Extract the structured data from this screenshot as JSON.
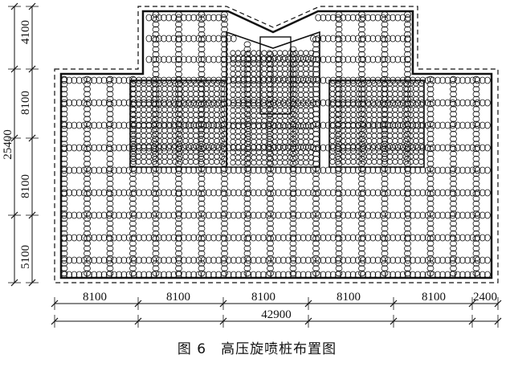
{
  "figure": {
    "caption": "图 6　高压旋喷桩布置图"
  },
  "dimensions": {
    "horizontal": [
      "8100",
      "8100",
      "8100",
      "8100",
      "8100",
      "2400"
    ],
    "total_width": "42900",
    "vertical": [
      "4100",
      "8100",
      "8100",
      "5100"
    ],
    "total_height": "25400"
  },
  "colors": {
    "line": "#111111",
    "background": "#ffffff"
  }
}
